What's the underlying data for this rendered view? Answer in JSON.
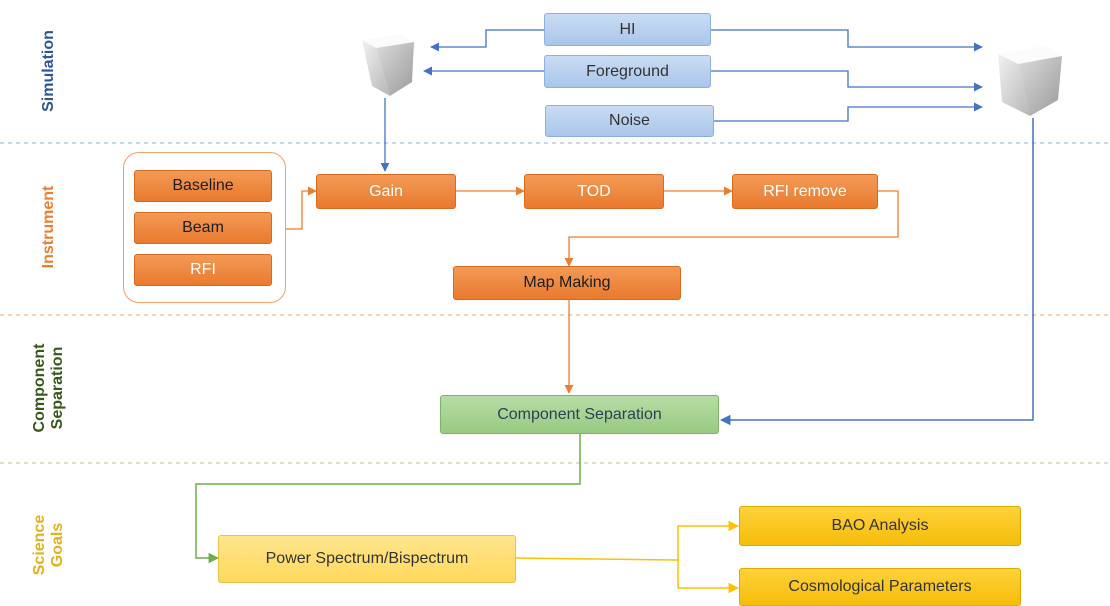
{
  "lanes": {
    "simulation": "Simulation",
    "instrument": "Instrument",
    "component_separation": [
      "Component",
      "Separation"
    ],
    "science_goals": [
      "Science",
      "Goals"
    ]
  },
  "simulation": {
    "hi": "HI",
    "foreground": "Foreground",
    "noise": "Noise"
  },
  "instrument": {
    "baseline": "Baseline",
    "beam": "Beam",
    "rfi": "RFI",
    "gain": "Gain",
    "tod": "TOD",
    "rfi_remove": "RFI remove",
    "map_making": "Map Making"
  },
  "component_separation": {
    "box": "Component Separation"
  },
  "science": {
    "power_spectrum": "Power Spectrum/Bispectrum",
    "bao": "BAO Analysis",
    "cosmo": "Cosmological Parameters"
  },
  "colors": {
    "simulation": "#2e5597",
    "instrument": "#ed7d31",
    "component_separation": "#38571a",
    "science_goals": "#e4b01c",
    "blue_arrow": "#4472c4",
    "orange_arrow": "#ed7d31",
    "green_arrow": "#70ad47",
    "yellow_arrow": "#ffc000"
  }
}
